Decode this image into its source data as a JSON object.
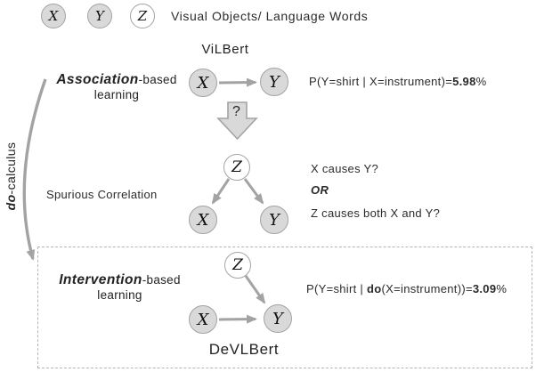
{
  "legend": {
    "node_x": "X",
    "node_y": "Y",
    "node_z": "Z",
    "caption": "Visual Objects/ Language Words"
  },
  "association": {
    "model_title": "ViLBert",
    "label_emph": "Association",
    "label_suffix": "-based",
    "label_line2": "learning",
    "node_x": "X",
    "node_y": "Y",
    "prob_prefix": "P(Y=shirt | X=instrument)=",
    "prob_value": "5.98",
    "prob_unit": "%"
  },
  "transition": {
    "question_mark": "?"
  },
  "spurious": {
    "label": "Spurious Correlation",
    "node_z": "Z",
    "node_x": "X",
    "node_y": "Y",
    "option_1": "X causes Y?",
    "conjunction": "OR",
    "option_2": "Z causes both X and Y?"
  },
  "intervention": {
    "model_title": "DeVLBert",
    "label_emph": "Intervention",
    "label_suffix": "-based",
    "label_line2": "learning",
    "node_z": "Z",
    "node_x": "X",
    "node_y": "Y",
    "prob_p1": "P(Y=shirt | ",
    "prob_do": "do",
    "prob_p2": "(X=instrument))=",
    "prob_value": "3.09",
    "prob_unit": "%"
  },
  "side_label": {
    "emph": "do",
    "rest": "-calculus"
  },
  "colors": {
    "node_fill": "#d9d9d9",
    "node_stroke": "#a3a3a3",
    "arrow": "#a3a3a3",
    "dashed_border": "#b5b5b5"
  }
}
